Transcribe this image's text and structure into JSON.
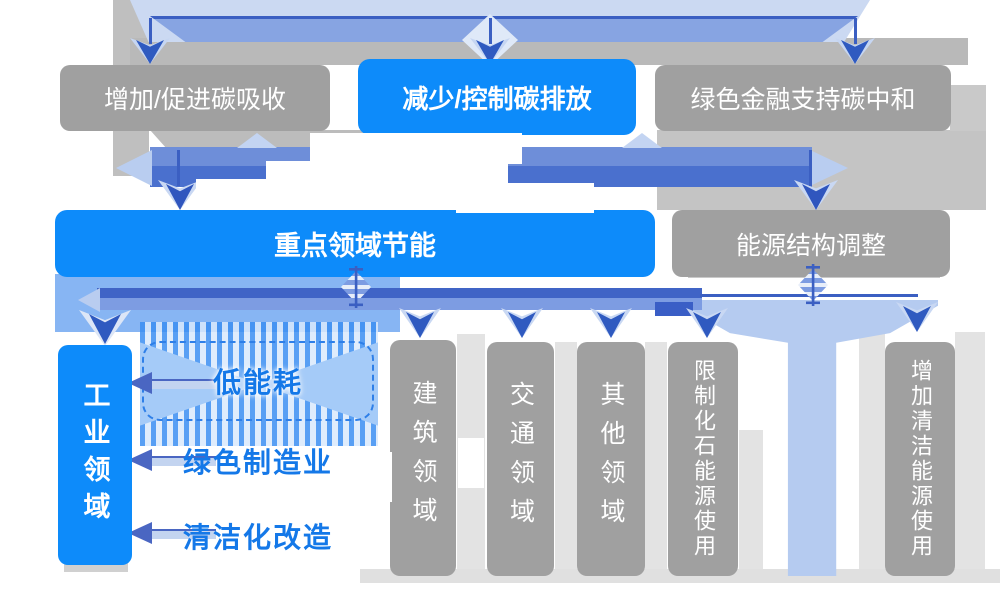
{
  "diagram": {
    "top_row": {
      "box1": "增加/促进碳吸收",
      "box2": "减少/控制碳排放",
      "box3": "绿色金融支持碳中和"
    },
    "mid_row": {
      "left": "重点领域节能",
      "right": "能源结构调整"
    },
    "industry": {
      "title": "工业领域",
      "items": [
        "低能耗",
        "绿色制造业",
        "清洁化改造"
      ]
    },
    "bottom_boxes": [
      "建筑领域",
      "交通领域",
      "其他领域",
      "限制化石能源使用",
      "增加清洁能源使用"
    ],
    "icons": [
      "stripe-diamond-icon",
      "stripe-diamond-icon"
    ],
    "colors": {
      "blue_node": "#0d8bfa",
      "gray_node": "#a0a0a0",
      "band_dark": "#4a70ce",
      "band_medium": "#6e8ed9",
      "band_deep": "#4064c6",
      "arrow_dark": "#2f5ac0",
      "light_blue": "#c6d6f2",
      "funnel": "#b5cbf0",
      "item_text_blue": "#1478e8",
      "soft_glow_blue": "#87b5f3"
    }
  }
}
